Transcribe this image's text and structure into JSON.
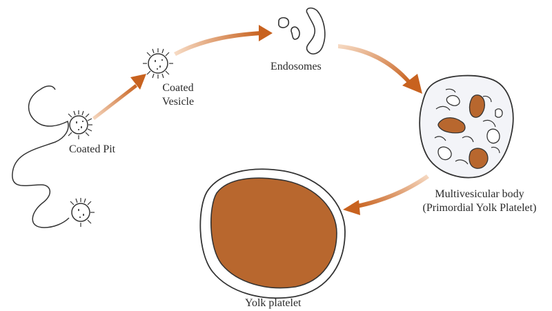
{
  "labels": {
    "coated_pit": "Coated Pit",
    "coated_vesicle_line1": "Coated",
    "coated_vesicle_line2": "Vesicle",
    "endosomes": "Endosomes",
    "multivesicular_line1": "Multivesicular body",
    "multivesicular_line2": "(Primordial Yolk Platelet)",
    "yolk_platelet": "Yolk platelet"
  },
  "colors": {
    "arrow": "#c8621f",
    "yolk_fill": "#b8672e",
    "outline": "#2f2f2f",
    "mvb_fill": "#f3f4f8"
  }
}
